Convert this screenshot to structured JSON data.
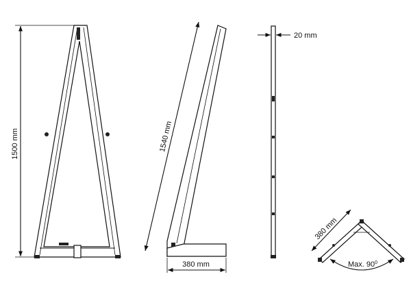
{
  "labels": {
    "height": "1500 mm",
    "length": "1540 mm",
    "depth": "380 mm",
    "thickness": "20 mm",
    "top_width": "380 mm",
    "angle": "Max. 90",
    "angle_degree": "0"
  }
}
